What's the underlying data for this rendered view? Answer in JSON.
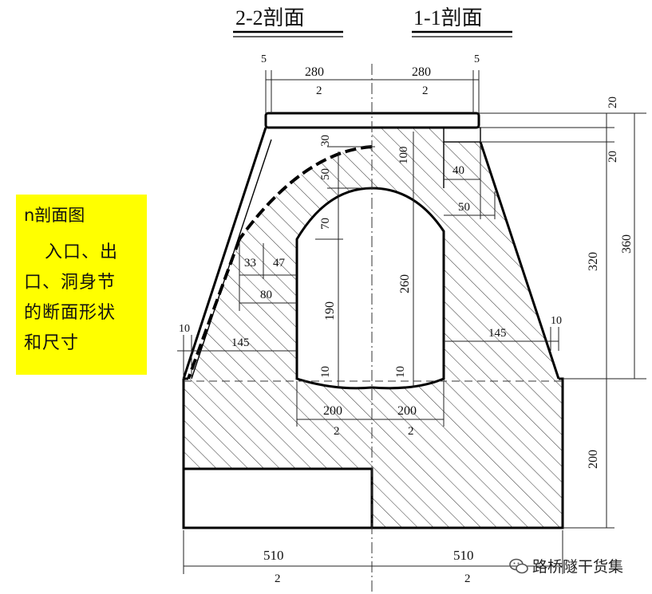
{
  "titles": {
    "left": "2-2剖面",
    "right": "1-1剖面"
  },
  "note": {
    "heading": "n剖面图",
    "body_lines": [
      "入口、出",
      "口、洞身节",
      "的断面形状",
      "和尺寸"
    ]
  },
  "dimensions": {
    "top_small_left": "5",
    "top_small_right": "5",
    "top_left_value": "280",
    "top_left_divisor": "2",
    "top_right_value": "280",
    "top_right_divisor": "2",
    "right_top_20a": "20",
    "right_top_20b": "20",
    "right_320": "320",
    "right_360": "360",
    "right_200": "200",
    "crown_30": "30",
    "crown_50": "50",
    "crown_100": "100",
    "right_40": "40",
    "right_50": "50",
    "arch_70": "70",
    "inner_33": "33",
    "inner_47": "47",
    "inner_80": "80",
    "height_190": "190",
    "height_260": "260",
    "left_10": "10",
    "left_145": "145",
    "right_10": "10",
    "right_145": "145",
    "bottom_10_left": "10",
    "bottom_10_right": "10",
    "inner_bottom_left_value": "200",
    "inner_bottom_left_divisor": "2",
    "inner_bottom_right_value": "200",
    "inner_bottom_right_divisor": "2",
    "base_left_value": "510",
    "base_left_divisor": "2",
    "base_right_value": "510",
    "base_right_divisor": "2"
  },
  "watermark": {
    "text": "路桥隧干货集",
    "icon": "wechat-icon"
  },
  "colors": {
    "note_background": "#ffff00",
    "line": "#000000"
  }
}
